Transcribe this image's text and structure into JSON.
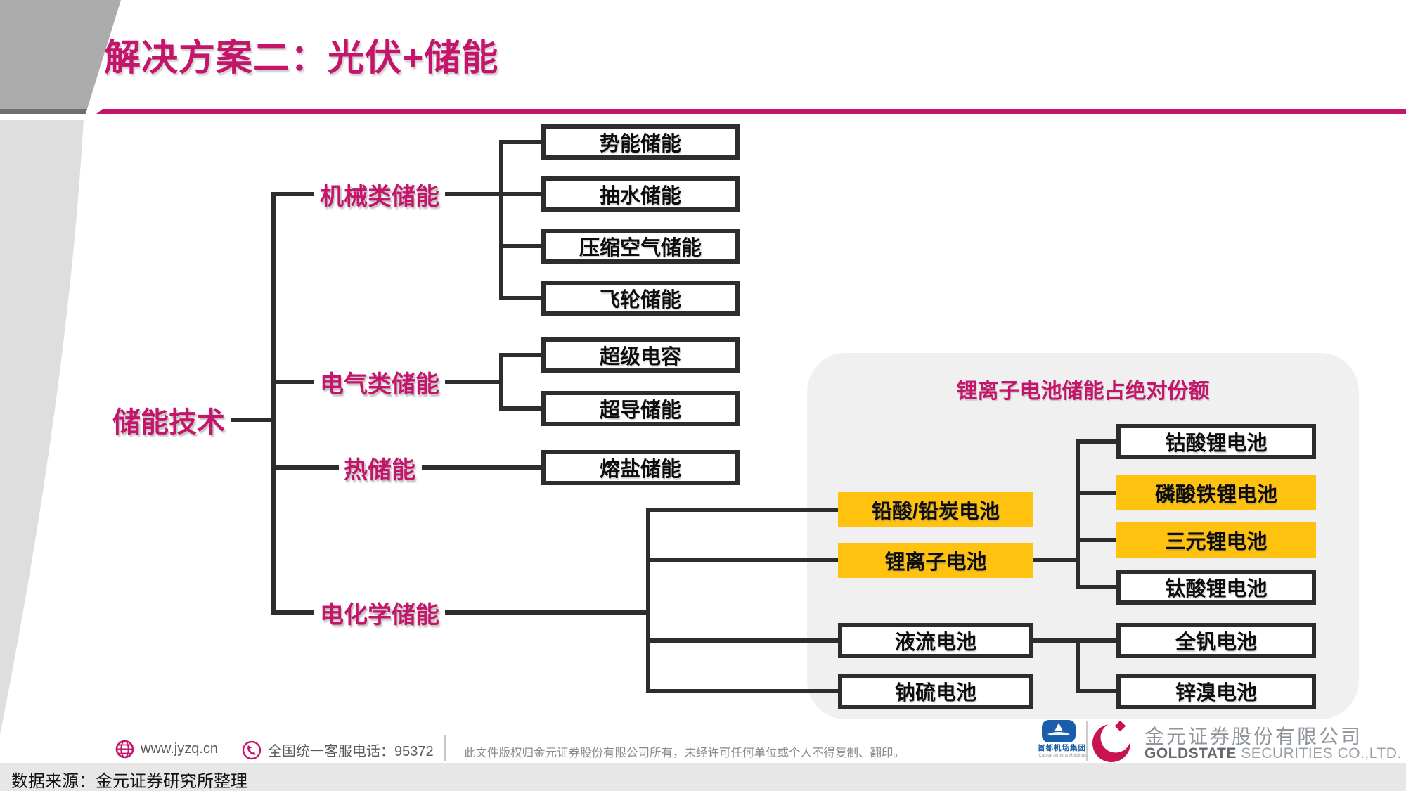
{
  "header": {
    "title": "解决方案二：光伏+储能"
  },
  "diagram": {
    "root": "储能技术",
    "branches": [
      {
        "label": "机械类储能",
        "children": [
          "势能储能",
          "抽水储能",
          "压缩空气储能",
          "飞轮储能"
        ]
      },
      {
        "label": "电气类储能",
        "children": [
          "超级电容",
          "超导储能"
        ]
      },
      {
        "label": "热储能",
        "children": [
          "熔盐储能"
        ]
      },
      {
        "label": "电化学储能",
        "children": [
          {
            "label": "铅酸/铅炭电池",
            "highlighted": true
          },
          {
            "label": "锂离子电池",
            "highlighted": true,
            "children": [
              {
                "label": "钴酸锂电池",
                "highlighted": false
              },
              {
                "label": "磷酸铁锂电池",
                "highlighted": true
              },
              {
                "label": "三元锂电池",
                "highlighted": true
              },
              {
                "label": "钛酸锂电池",
                "highlighted": false
              }
            ]
          },
          {
            "label": "液流电池",
            "highlighted": false,
            "children": [
              {
                "label": "全钒电池",
                "highlighted": false
              },
              {
                "label": "锌溴电池",
                "highlighted": false
              }
            ]
          },
          {
            "label": "钠硫电池",
            "highlighted": false
          }
        ]
      }
    ]
  },
  "panel": {
    "callout": "锂离子电池储能占绝对份额"
  },
  "footer": {
    "website": "www.jyzq.cn",
    "hotline": "全国统一客服电话：95372",
    "copyright": "此文件版权归金元证券股份有限公司所有，未经许可任何单位或个人不得复制、翻印。",
    "source_note": "数据来源：金元证券研究所整理"
  },
  "logos": {
    "airport": {
      "name": "首都机场集团",
      "subtitle": "Capital Airports Holdings"
    },
    "goldstate": {
      "cn": "金元证券股份有限公司",
      "en_bold": "GOLDSTATE",
      "en_rest": " SECURITIES  CO.,LTD."
    }
  },
  "colors": {
    "accent": "#C4156B",
    "highlight": "#FFC20E",
    "line": "#2D2D2D",
    "panel_bg": "#F0F0F0",
    "strip_bg": "#E7E7E7",
    "deco_gray": "#ACACAC",
    "deco_dark": "#6F6F6F",
    "deco_light": "#DEDEDE",
    "airport_blue": "#1A5DA8",
    "logo_crimson": "#C8134F",
    "footer_text": "#5A5A5A",
    "copyright_text": "#8B8B8B",
    "logo_gray": "#8F959B"
  }
}
